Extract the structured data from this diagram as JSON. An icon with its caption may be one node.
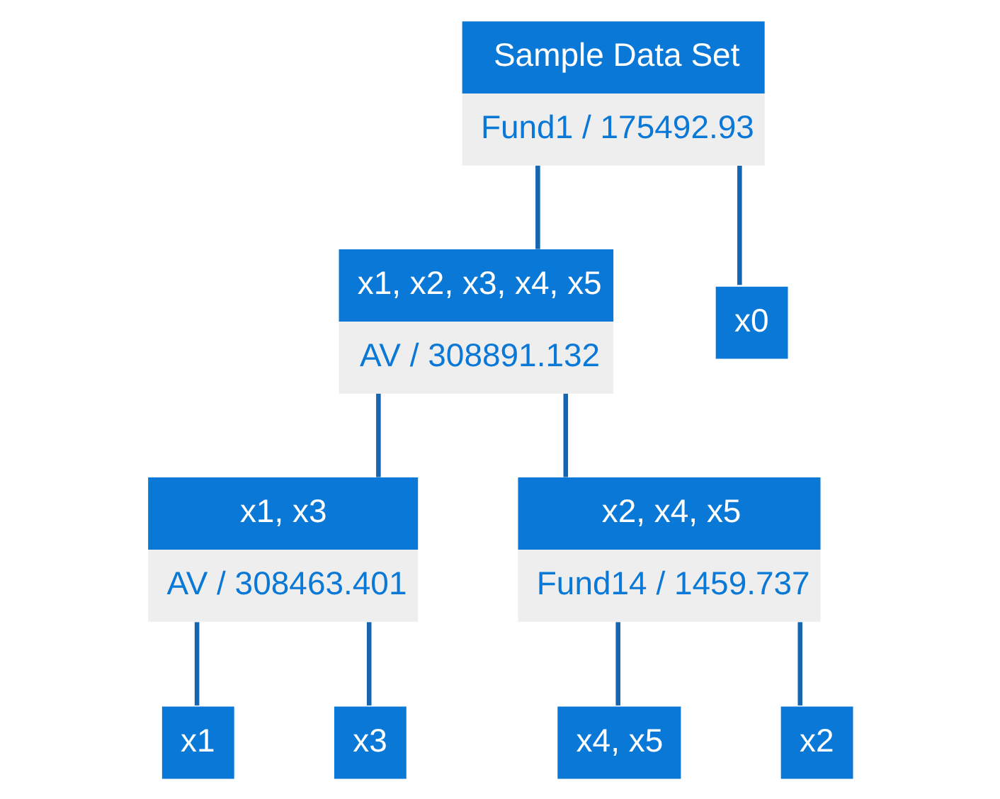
{
  "diagram": {
    "nodes": [
      {
        "text": [
          "Sample Data Set",
          "Fund1 / 175492.93"
        ]
      },
      {
        "text": [
          "x1, x2, x3, x4, x5",
          "AV / 308891.132"
        ]
      },
      {
        "text": [
          "x0"
        ]
      },
      {
        "text": [
          "x1, x3",
          "AV / 308463.401"
        ]
      },
      {
        "text": [
          "x2, x4, x5",
          "Fund14 / 1459.737"
        ]
      },
      {
        "text": [
          "x1"
        ]
      },
      {
        "text": [
          "x3"
        ]
      },
      {
        "text": [
          "x4, x5"
        ]
      },
      {
        "text": [
          "x2"
        ]
      }
    ],
    "edges": [
      {
        "from": 0,
        "to": 1,
        "arrow": "none"
      },
      {
        "from": 0,
        "to": 2,
        "arrow": "none"
      },
      {
        "from": 1,
        "to": 3,
        "arrow": "none"
      },
      {
        "from": 1,
        "to": 4,
        "arrow": "none"
      },
      {
        "from": 3,
        "to": 5,
        "arrow": "none"
      },
      {
        "from": 3,
        "to": 6,
        "arrow": "none"
      },
      {
        "from": 4,
        "to": 7,
        "arrow": "none"
      },
      {
        "from": 4,
        "to": 8,
        "arrow": "none"
      }
    ]
  }
}
